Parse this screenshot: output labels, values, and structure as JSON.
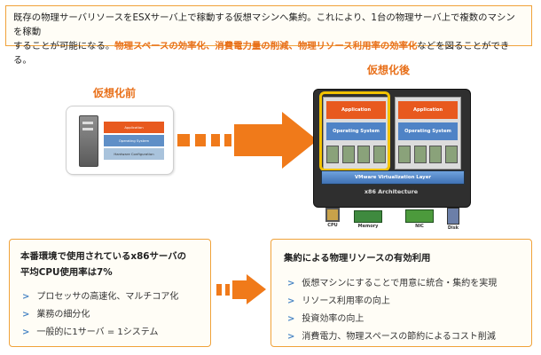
{
  "intro": {
    "line1": "既存の物理サーバリソースをESXサーバ上で稼動する仮想マシンへ集約。これにより、1台の物理サーバ上で複数のマシンを稼動",
    "line2_lead": "することが可能になる。",
    "line2_hl": "物理スペースの効率化、消費電力量の削減、物理リソース利用率の効率化",
    "line2_tail": "などを図ることができる。"
  },
  "before": {
    "title": "仮想化前",
    "app_label": "Application",
    "os_label": "Operating System",
    "hw_label": "Hardware Configuration"
  },
  "after": {
    "title": "仮想化後",
    "vms": [
      {
        "app": "Application",
        "os": "Operating System"
      },
      {
        "app": "Application",
        "os": "Operating System"
      }
    ],
    "layer": "VMware Virtualization Layer",
    "arch": "x86 Architecture",
    "hardware": [
      "CPU",
      "Memory",
      "NIC",
      "Disk"
    ]
  },
  "left_box": {
    "heading1": "本番環境で使用されているx86サーバの",
    "heading2": "平均CPU使用率は7%",
    "marker": ">",
    "items": [
      "プロセッサの高速化、マルチコア化",
      "業務の細分化",
      "一般的に1サーバ = 1システム"
    ]
  },
  "right_box": {
    "heading": "集約による物理リソースの有効利用",
    "marker": ">",
    "items": [
      "仮想マシンにすることで用意に統合・集約を実現",
      "リソース利用率の向上",
      "投資効率の向上",
      "消費電力、物理スペースの節約によるコスト削減"
    ]
  },
  "colors": {
    "accent": "#f07a1a",
    "border": "#f0a23a",
    "bullet": "#4a86c5",
    "app": "#e8591e",
    "os": "#4f83c6"
  }
}
